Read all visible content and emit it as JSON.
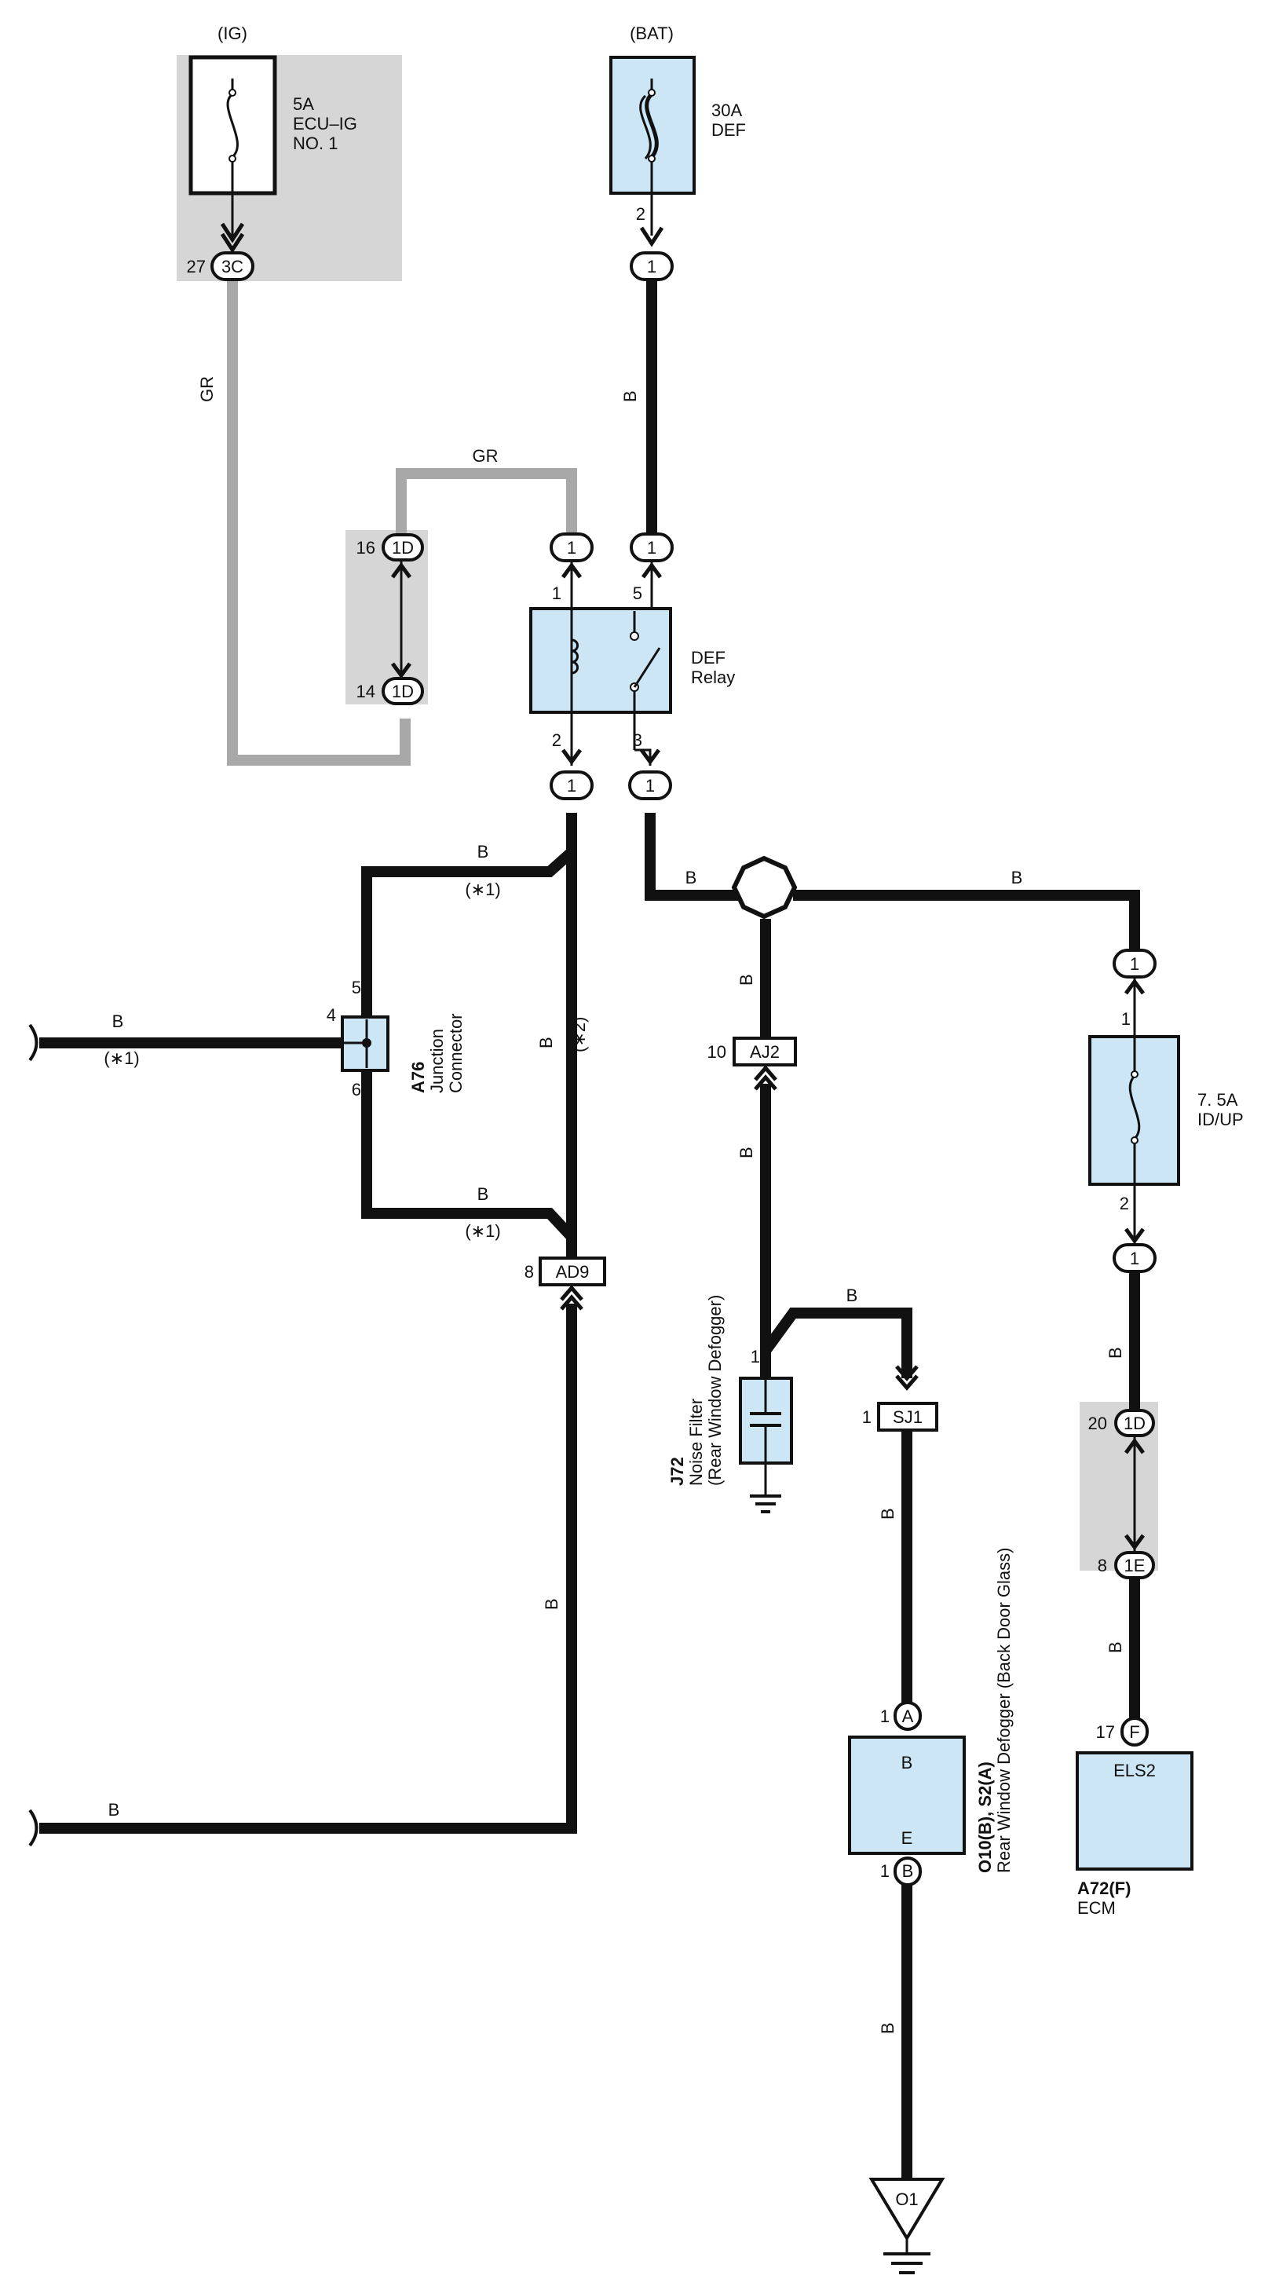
{
  "sources": {
    "ig": "(IG)",
    "bat": "(BAT)"
  },
  "fuses": {
    "ecu_ig": {
      "amp": "5A",
      "name1": "ECU–IG",
      "name2": "NO. 1"
    },
    "def": {
      "amp": "30A",
      "name": "DEF"
    },
    "id_up": {
      "amp": "7. 5A",
      "name": "ID/UP"
    }
  },
  "relay": {
    "name1": "DEF",
    "name2": "Relay"
  },
  "wire_colors": {
    "b": "B",
    "gr": "GR"
  },
  "notes": {
    "n1": "(∗1)",
    "n2": "(∗2)"
  },
  "connectors": {
    "c3c": "3C",
    "c1d": "1D",
    "c1e": "1E",
    "one": "1",
    "aj2": "AJ2",
    "ad9": "AD9",
    "sj1": "SJ1",
    "o1": "O1",
    "pin_a": "A",
    "pin_b": "B",
    "pin_f": "F"
  },
  "pins": {
    "p27": "27",
    "p16": "16",
    "p14": "14",
    "p2": "2",
    "p1": "1",
    "p5": "5",
    "p3": "3",
    "p4": "4",
    "p6": "6",
    "p8": "8",
    "p10": "10",
    "p20": "20",
    "p17": "17"
  },
  "components": {
    "a76": {
      "code": "A76",
      "name1": "Junction",
      "name2": "Connector"
    },
    "j72": {
      "code": "J72",
      "name1": "Noise Filter",
      "name2": "(Rear Window Defogger)"
    },
    "o10": {
      "code": "O10(B), S2(A)",
      "name": "Rear Window Defogger (Back Door Glass)",
      "term_top": "B",
      "term_bottom": "E"
    },
    "a72": {
      "code": "A72(F)",
      "name": "ECM",
      "terminal": "ELS2"
    }
  },
  "colors": {
    "wire_b": "#111111",
    "wire_gr": "#a8a8a8",
    "component_fill": "#cce6f5",
    "junction_block": "#d6d6d6"
  }
}
